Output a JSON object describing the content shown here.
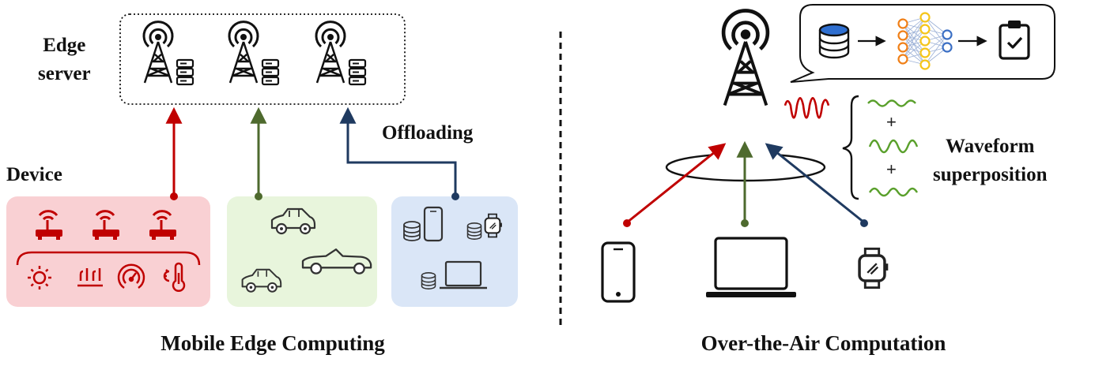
{
  "labels": {
    "edge_server_line1": "Edge",
    "edge_server_line2": "server",
    "device": "Device",
    "offloading": "Offloading",
    "mec_caption": "Mobile Edge Computing",
    "ota_caption": "Over-the-Air Computation",
    "waveform_line1": "Waveform",
    "waveform_line2": "superposition",
    "plus_sign": "+"
  },
  "colors": {
    "red": "#c00000",
    "green": "#4e6a2e",
    "navy": "#1f3a60",
    "device_box": "#f9d0d3",
    "car_box": "#e8f5dc",
    "mobile_box": "#dae6f7",
    "database_blue": "#2f6fd0",
    "nn_orange": "#f07f16",
    "nn_yellow": "#f5c518",
    "nn_blue": "#3b6fc4",
    "wave_green": "#5aa02c"
  },
  "icons": [
    "tower-icon",
    "server-icon",
    "router-icon",
    "sun-icon",
    "bar-chart-icon",
    "gauge-icon",
    "thermometer-icon",
    "car-icon",
    "database-icon",
    "smartphone-icon",
    "smartwatch-icon",
    "laptop-icon",
    "neural-network-icon",
    "clipboard-check-icon",
    "arrow-icon",
    "waveform-icon"
  ]
}
